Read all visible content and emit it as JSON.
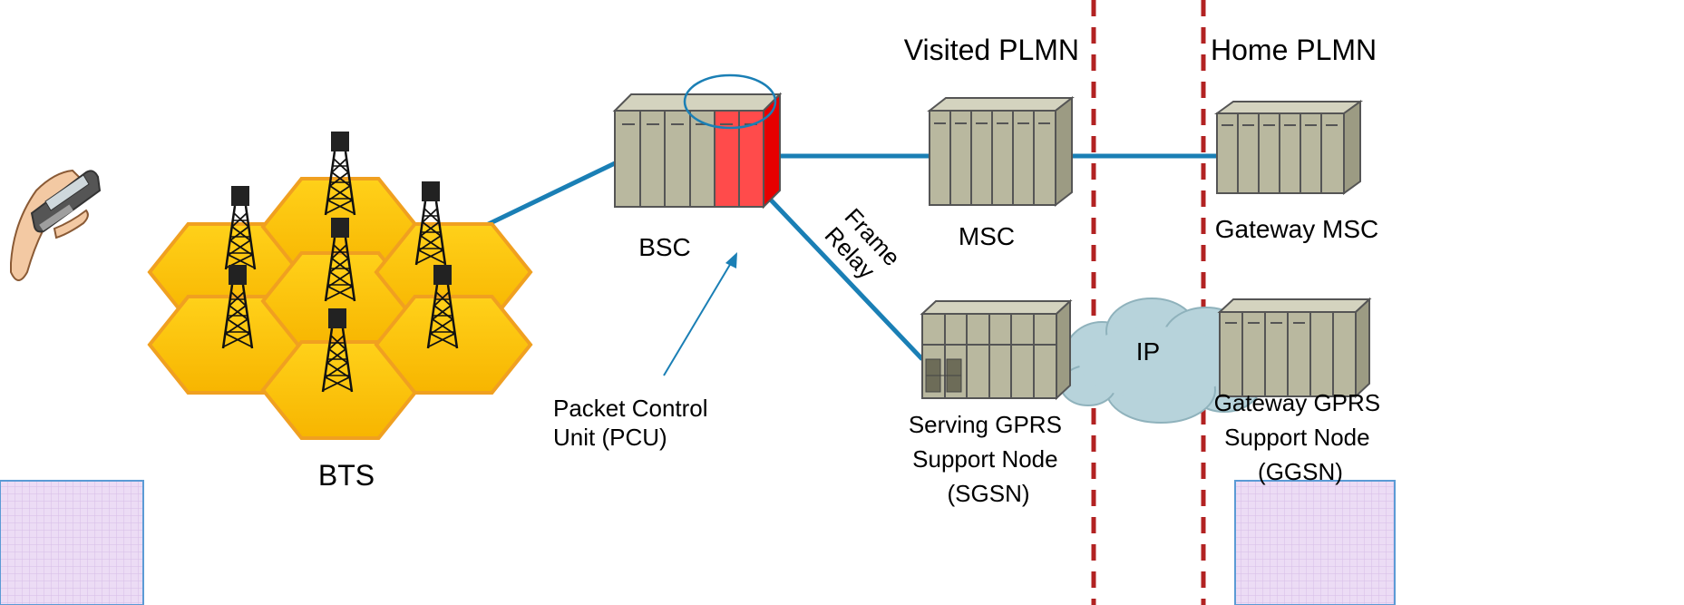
{
  "regions": {
    "visited_label": "Visited PLMN",
    "home_label": "Home PLMN"
  },
  "nodes": {
    "bts": "BTS",
    "bsc": "BSC",
    "msc": "MSC",
    "gateway_msc": "Gateway MSC",
    "sgsn": [
      "Serving GPRS",
      "Support Node",
      "(SGSN)"
    ],
    "ggsn": [
      "Gateway GPRS",
      "Support Node",
      "(GGSN)"
    ],
    "ip": "IP"
  },
  "annotations": {
    "pcu": [
      "Packet Control",
      "Unit (PCU)"
    ],
    "frame_relay": [
      "Frame",
      "Relay"
    ]
  },
  "colors": {
    "link": "#1a7fb5",
    "boundary": "#b22222",
    "cabinet": "#b9b89f",
    "pcu_red": "#ff4b4b",
    "hex_fill": "#ffc000",
    "hex_stroke": "#f0a020",
    "cloud": "#b7d3db"
  }
}
